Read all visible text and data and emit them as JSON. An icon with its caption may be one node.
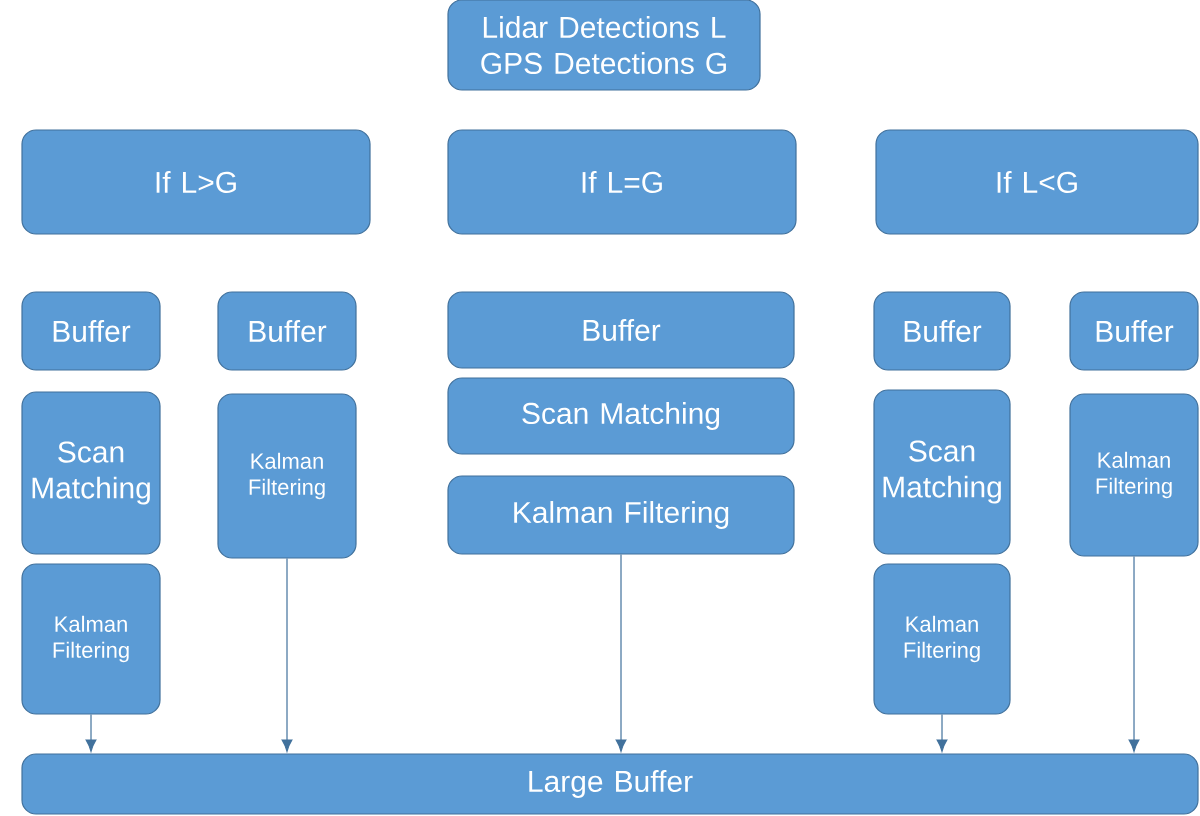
{
  "diagram": {
    "nodes": [
      {
        "text": [
          "Lidar Detections L GPS Detections G"
        ]
      },
      {
        "text": [
          "If L>G"
        ]
      },
      {
        "text": [
          "If L=G"
        ]
      },
      {
        "text": [
          "If L<G"
        ]
      },
      {
        "text": [
          "Buffer"
        ]
      },
      {
        "text": [
          "Buffer"
        ]
      },
      {
        "text": [
          "Buffer"
        ]
      },
      {
        "text": [
          "Buffer"
        ]
      },
      {
        "text": [
          "Buffer"
        ]
      },
      {
        "text": [
          "Scan Matching"
        ]
      },
      {
        "text": [
          "Kalman Filtering"
        ]
      },
      {
        "text": [
          "Scan Matching"
        ]
      },
      {
        "text": [
          "Scan Matching"
        ]
      },
      {
        "text": [
          "Kalman Filtering"
        ]
      },
      {
        "text": [
          "Kalman Filtering"
        ]
      },
      {
        "text": [
          "Kalman Filtering"
        ]
      },
      {
        "text": [
          "Kalman Filtering"
        ]
      },
      {
        "text": [
          "Large Buffer"
        ]
      }
    ],
    "edges": [
      {
        "from": 15,
        "to": 17,
        "arrow": "to"
      },
      {
        "from": 10,
        "to": 17,
        "arrow": "to"
      },
      {
        "from": 14,
        "to": 17,
        "arrow": "to"
      },
      {
        "from": 16,
        "to": 17,
        "arrow": "to"
      },
      {
        "from": 13,
        "to": 17,
        "arrow": "to"
      }
    ]
  }
}
